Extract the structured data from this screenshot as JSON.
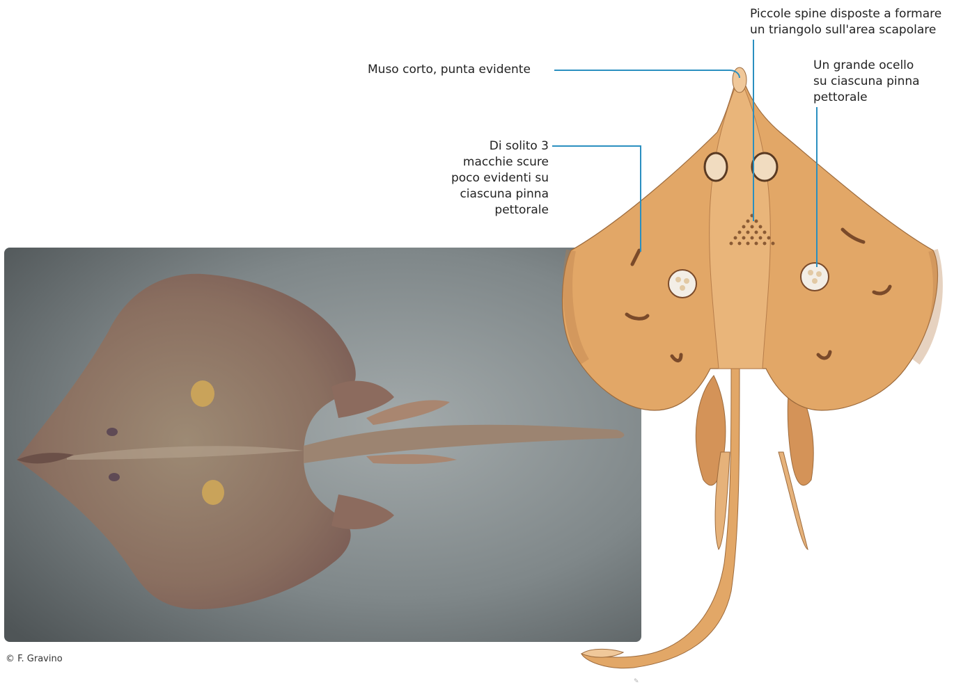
{
  "photo": {
    "credit": "© F. Gravino"
  },
  "illustration": {
    "callouts": {
      "snout": {
        "lines": [
          "Muso corto, punta evidente"
        ]
      },
      "spines": {
        "lines": [
          "Piccole spine disposte a formare",
          "un triangolo sull'area scapolare"
        ]
      },
      "ocellus": {
        "lines": [
          "Un grande ocello",
          "su ciascuna pinna",
          "pettorale"
        ]
      },
      "spots": {
        "lines": [
          "Di solito 3",
          "macchie scure",
          "poco evidenti su",
          "ciascuna pinna",
          "pettorale"
        ]
      }
    },
    "leader_color": "#2a8fc0",
    "body_color": "#e2a767",
    "spot_color": "#7a4a2a",
    "ocellus_color": "#f3eee6"
  },
  "colors": {
    "photo_background": "#6f7678",
    "photo_ray": "#8f7562"
  }
}
